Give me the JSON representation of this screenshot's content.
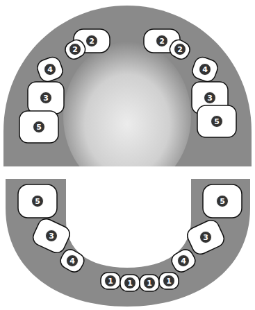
{
  "diagram": {
    "labels": [
      "2",
      "2",
      "2",
      "2",
      "4",
      "4",
      "3",
      "3",
      "5",
      "5",
      "5",
      "5",
      "3",
      "3",
      "4",
      "4",
      "1",
      "1",
      "1",
      "1"
    ]
  }
}
